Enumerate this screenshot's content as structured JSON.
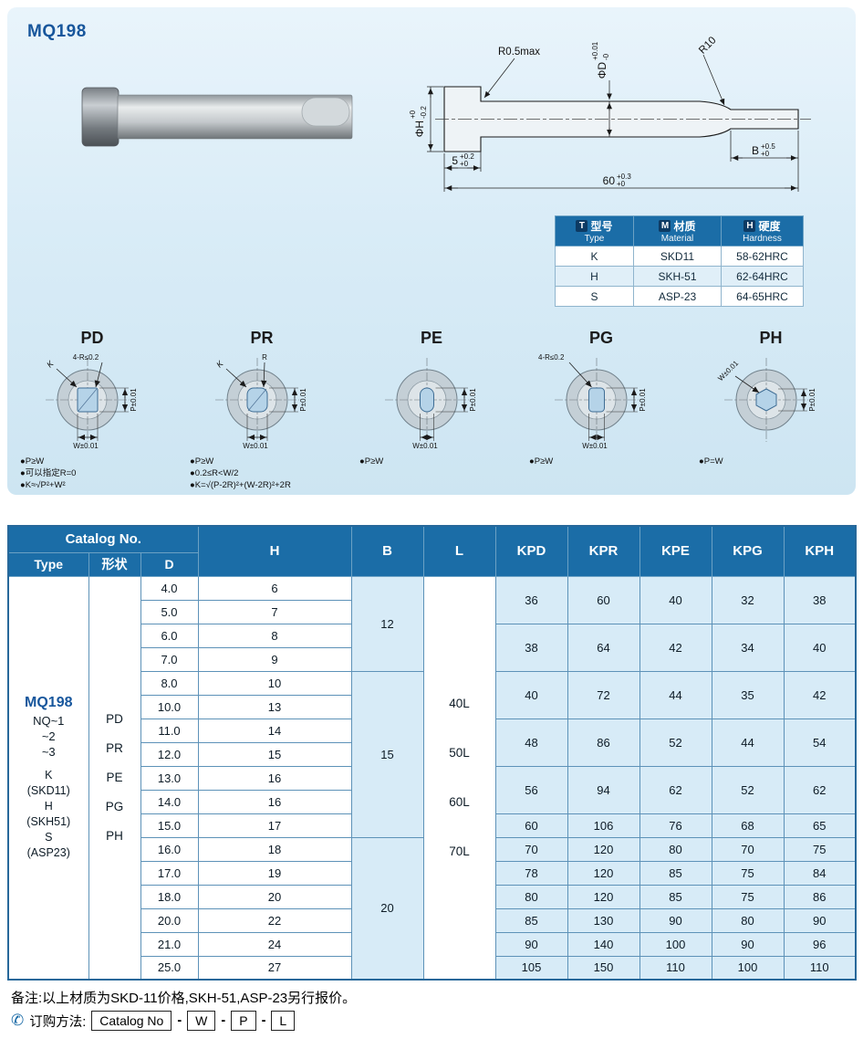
{
  "page": {
    "title": "MQ198"
  },
  "drawing": {
    "r05max": "R0.5max",
    "phiD": "ΦD",
    "phiD_up": "+0.01",
    "phiD_dn": "-0",
    "r10": "R10",
    "phiH": "ΦH",
    "phiH_up": "+0",
    "phiH_dn": "-0.2",
    "len5": "5",
    "len5_up": "+0.2",
    "len5_dn": "+0",
    "lenB": "B",
    "lenB_up": "+0.5",
    "lenB_dn": "+0",
    "len60": "60",
    "len60_up": "+0.3",
    "len60_dn": "+0"
  },
  "material_table": {
    "headers": [
      {
        "badge": "T",
        "cn": "型号",
        "en": "Type"
      },
      {
        "badge": "M",
        "cn": "材质",
        "en": "Material"
      },
      {
        "badge": "H",
        "cn": "硬度",
        "en": "Hardness"
      }
    ],
    "rows": [
      {
        "type": "K",
        "material": "SKD11",
        "hardness": "58-62HRC"
      },
      {
        "type": "H",
        "material": "SKH-51",
        "hardness": "62-64HRC"
      },
      {
        "type": "S",
        "material": "ASP-23",
        "hardness": "64-65HRC"
      }
    ]
  },
  "sections": [
    {
      "name": "PD",
      "top_note": "4-R≤0.2",
      "k_label": "K",
      "p_label": "P±0.01",
      "w_label": "W±0.01",
      "notes": [
        "●P≥W",
        "●可以指定R=0",
        "●K≈√P²+W²"
      ]
    },
    {
      "name": "PR",
      "top_note": "R",
      "k_label": "K",
      "p_label": "P±0.01",
      "w_label": "W±0.01",
      "notes": [
        "●P≥W",
        "●0.2≤R<W/2",
        "●K=√(P-2R)²+(W-2R)²+2R"
      ]
    },
    {
      "name": "PE",
      "top_note": "",
      "k_label": "",
      "p_label": "P±0.01",
      "w_label": "W±0.01",
      "notes": [
        "●P≥W"
      ]
    },
    {
      "name": "PG",
      "top_note": "4-R≤0.2",
      "k_label": "",
      "p_label": "P±0.01",
      "w_label": "W±0.01",
      "notes": [
        "●P≥W"
      ]
    },
    {
      "name": "PH",
      "top_note": "",
      "k_label": "",
      "p_label": "P±0.01",
      "w_label": "W±0.01",
      "notes": [
        "●P=W"
      ]
    }
  ],
  "catalog_table": {
    "header": {
      "catalog_no": "Catalog No.",
      "type": "Type",
      "shape": "形状",
      "d": "D",
      "h": "H",
      "b": "B",
      "l": "L",
      "price_cols": [
        "KPD",
        "KPR",
        "KPE",
        "KPG",
        "KPH"
      ]
    },
    "type_cell": {
      "model": "MQ198",
      "series": [
        "NQ~1",
        "~2",
        "~3"
      ],
      "materials": [
        "K",
        "(SKD11)",
        "H",
        "(SKH51)",
        "S",
        "(ASP23)"
      ]
    },
    "shapes": [
      "PD",
      "PR",
      "PE",
      "PG",
      "PH"
    ],
    "l_values": [
      "40L",
      "50L",
      "60L",
      "70L"
    ],
    "rows": [
      {
        "d": "4.0",
        "h": "6"
      },
      {
        "d": "5.0",
        "h": "7"
      },
      {
        "d": "6.0",
        "h": "8"
      },
      {
        "d": "7.0",
        "h": "9"
      },
      {
        "d": "8.0",
        "h": "10"
      },
      {
        "d": "10.0",
        "h": "13"
      },
      {
        "d": "11.0",
        "h": "14"
      },
      {
        "d": "12.0",
        "h": "15"
      },
      {
        "d": "13.0",
        "h": "16"
      },
      {
        "d": "14.0",
        "h": "16"
      },
      {
        "d": "15.0",
        "h": "17"
      },
      {
        "d": "16.0",
        "h": "18"
      },
      {
        "d": "17.0",
        "h": "19"
      },
      {
        "d": "18.0",
        "h": "20"
      },
      {
        "d": "20.0",
        "h": "22"
      },
      {
        "d": "21.0",
        "h": "24"
      },
      {
        "d": "25.0",
        "h": "27"
      }
    ],
    "b_groups": [
      {
        "value": "12",
        "span": 4
      },
      {
        "value": "15",
        "span": 7
      },
      {
        "value": "20",
        "span": 6
      }
    ],
    "price_groups": [
      {
        "span": 2,
        "values": [
          "36",
          "60",
          "40",
          "32",
          "38"
        ]
      },
      {
        "span": 2,
        "values": [
          "38",
          "64",
          "42",
          "34",
          "40"
        ]
      },
      {
        "span": 2,
        "values": [
          "40",
          "72",
          "44",
          "35",
          "42"
        ]
      },
      {
        "span": 2,
        "values": [
          "48",
          "86",
          "52",
          "44",
          "54"
        ]
      },
      {
        "span": 2,
        "values": [
          "56",
          "94",
          "62",
          "52",
          "62"
        ]
      },
      {
        "span": 1,
        "values": [
          "60",
          "106",
          "76",
          "68",
          "65"
        ]
      },
      {
        "span": 1,
        "values": [
          "70",
          "120",
          "80",
          "70",
          "75"
        ]
      },
      {
        "span": 1,
        "values": [
          "78",
          "120",
          "85",
          "75",
          "84"
        ]
      },
      {
        "span": 1,
        "values": [
          "80",
          "120",
          "85",
          "75",
          "86"
        ]
      },
      {
        "span": 1,
        "values": [
          "85",
          "130",
          "90",
          "80",
          "90"
        ]
      },
      {
        "span": 1,
        "values": [
          "90",
          "140",
          "100",
          "90",
          "96"
        ]
      },
      {
        "span": 1,
        "values": [
          "105",
          "150",
          "110",
          "100",
          "110"
        ]
      }
    ]
  },
  "footer": {
    "note": "备注:以上材质为SKD-11价格,SKH-51,ASP-23另行报价。",
    "phone_icon": "✆",
    "order_label": "订购方法:",
    "order_box": "Catalog No",
    "order_parts": [
      "W",
      "P",
      "L"
    ],
    "separator": "-"
  },
  "colors": {
    "header_blue": "#1b6da7",
    "panel_blue": "#d9ecf7",
    "accent_blue": "#17569c"
  }
}
